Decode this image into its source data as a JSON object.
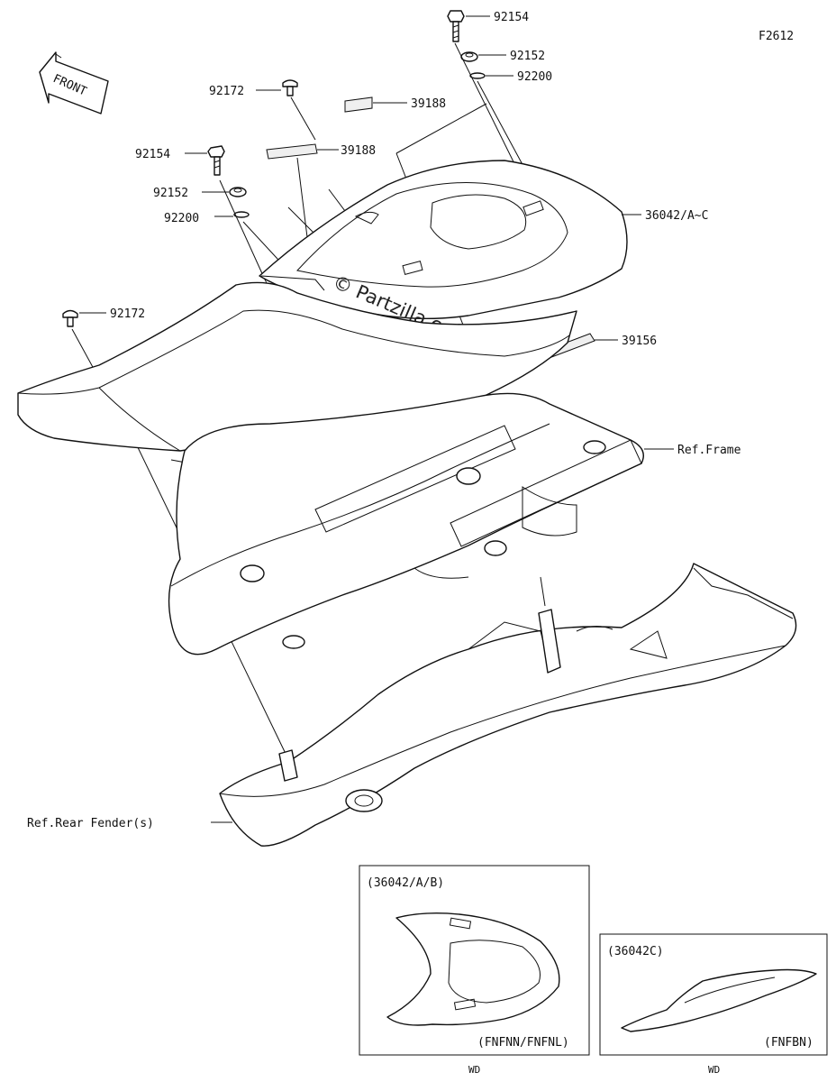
{
  "diagram_id": "F2612",
  "front_indicator": "FRONT",
  "watermark": "© Partzilla.com",
  "callouts": {
    "bolt_top": "92154",
    "washer_top": "92152",
    "ring_top": "92200",
    "screw_upper": "92172",
    "label_upper": "39188",
    "label_lower": "39188",
    "bolt_left": "92154",
    "washer_left": "92152",
    "ring_left": "92200",
    "cover": "36042/A~C",
    "screw_left": "92172",
    "label_side": "39156",
    "ref_frame": "Ref.Frame",
    "ref_fender": "Ref.Rear Fender(s)"
  },
  "inset_left": {
    "title": "(36042/A/B)",
    "variant": "(FNFNN/FNFNL)",
    "footer": "WD"
  },
  "inset_right": {
    "title": "(36042C)",
    "variant": "(FNFBN)",
    "footer": "WD"
  }
}
